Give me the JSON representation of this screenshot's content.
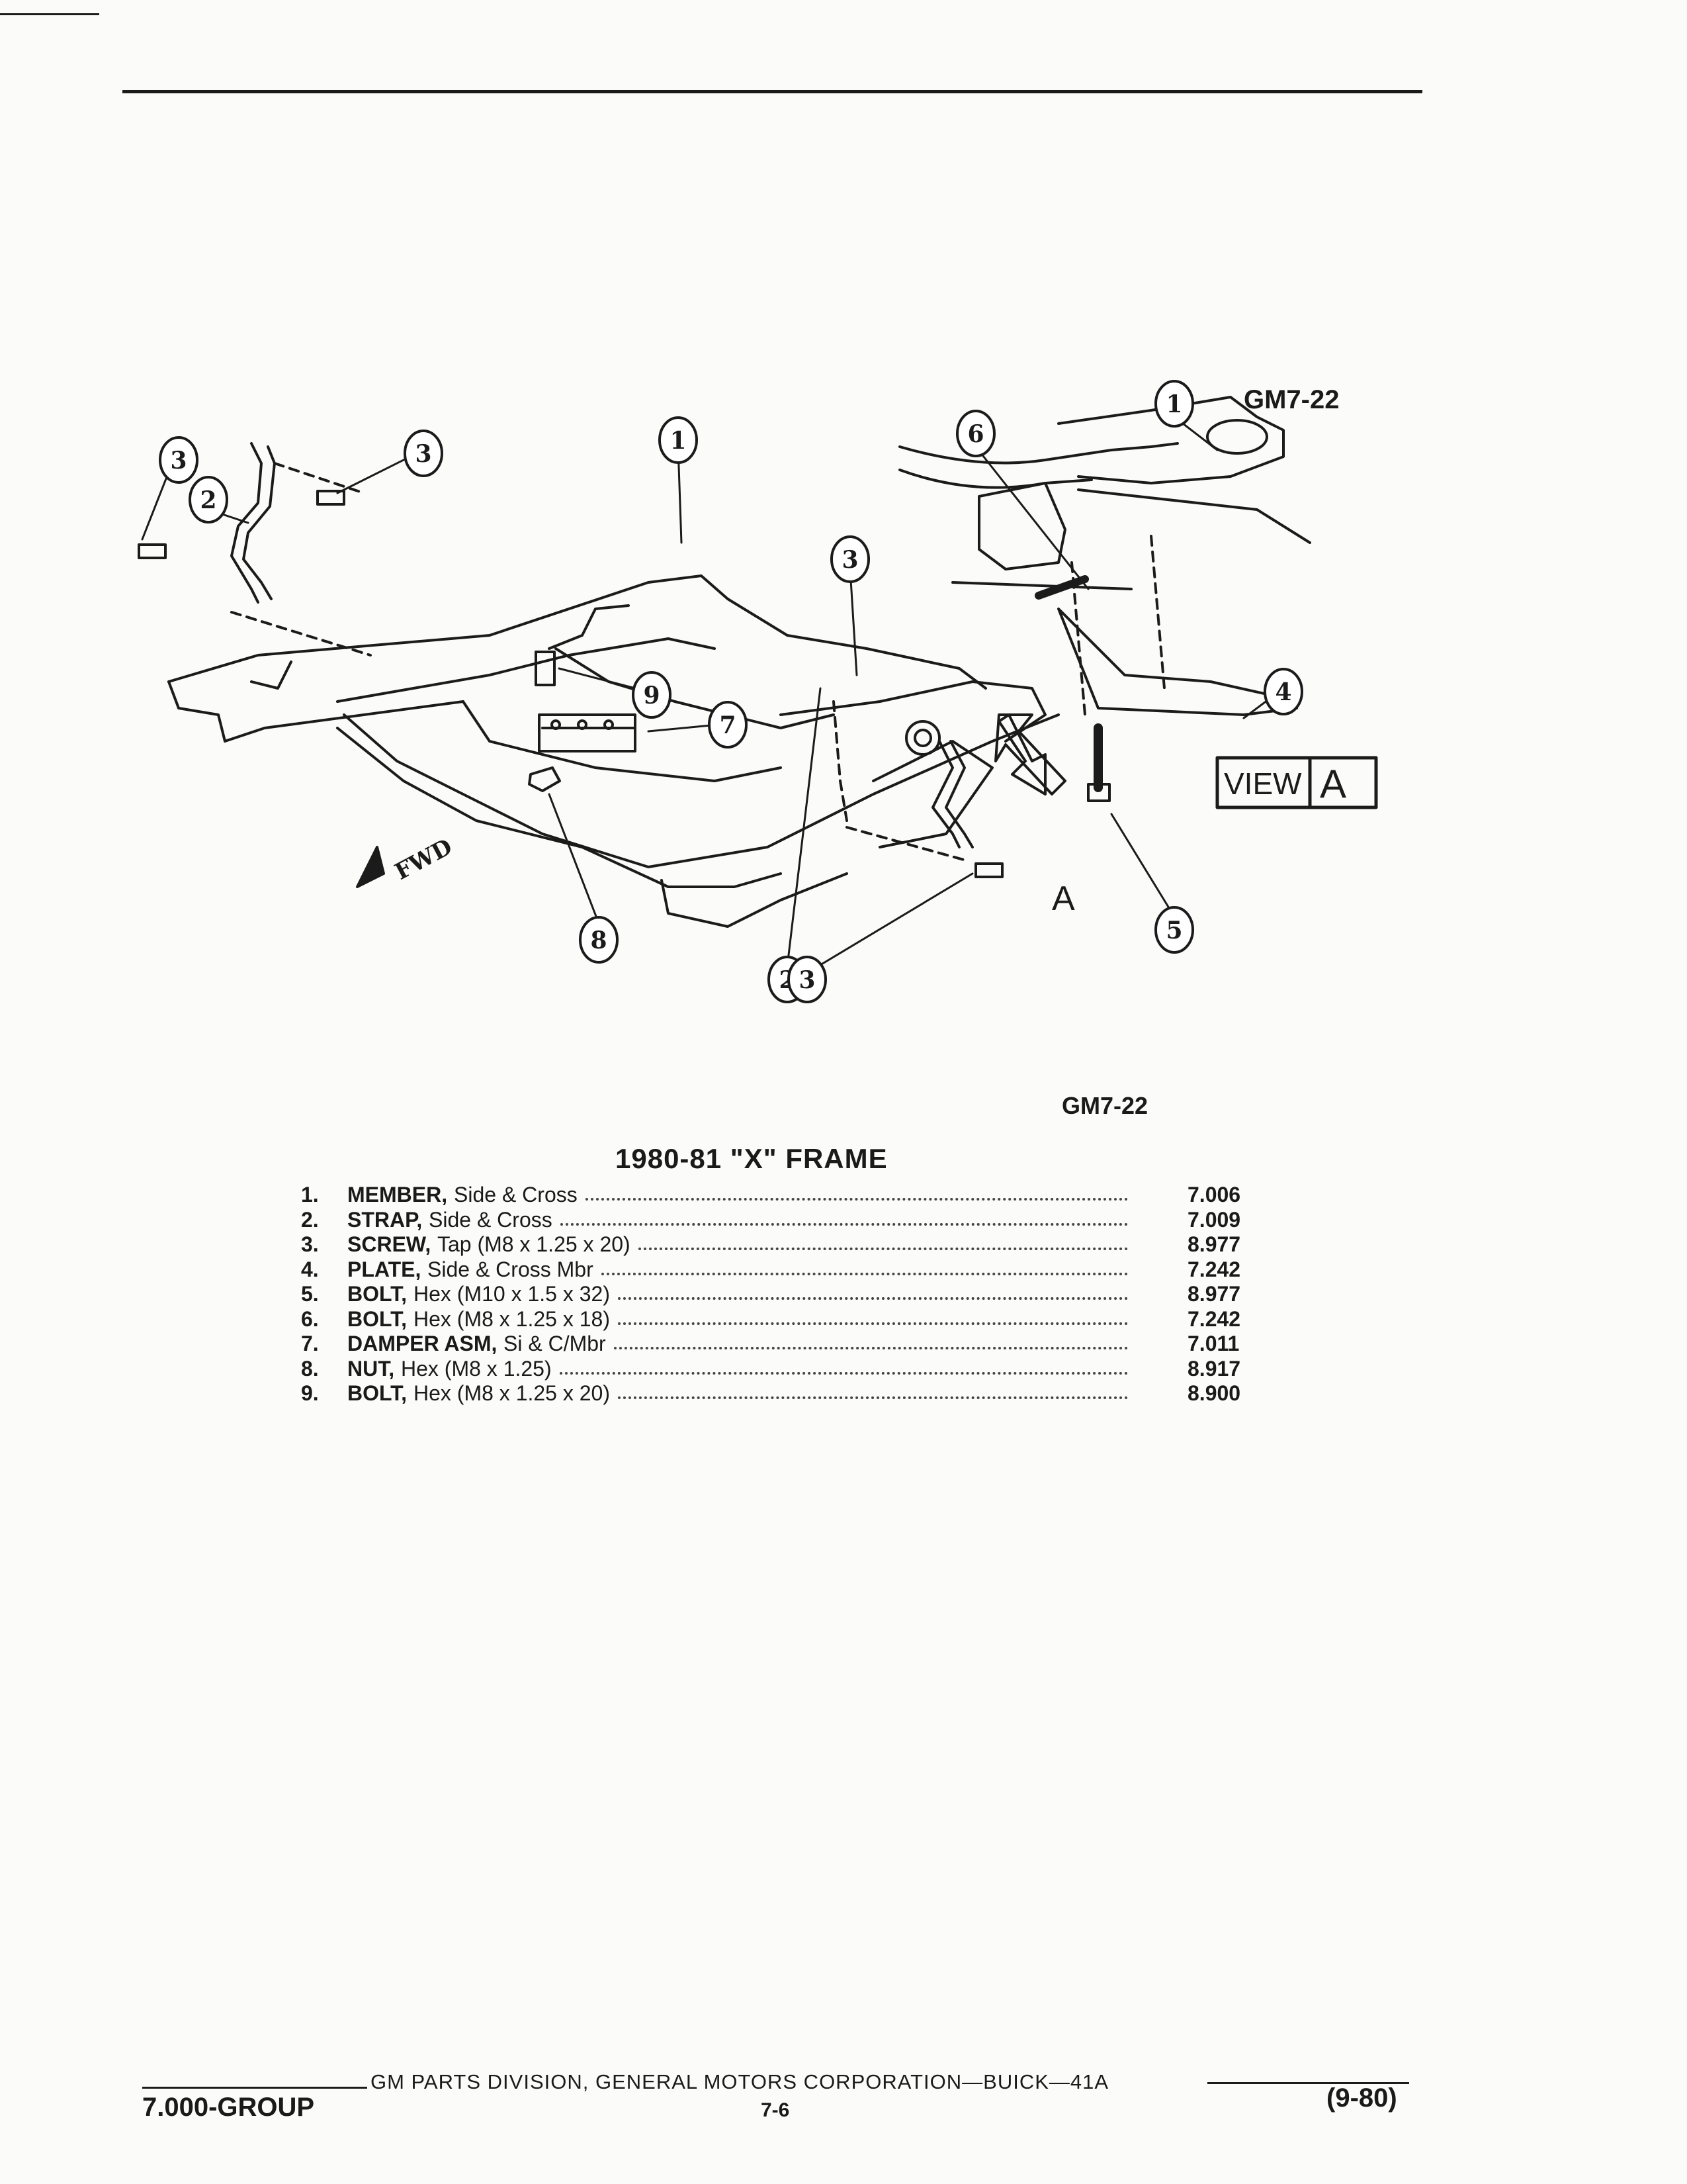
{
  "figure": {
    "code_top": "GM7-22",
    "code_caption": "GM7-22",
    "fwd_label": "FWD",
    "view_letter": "A",
    "view_box_word": "VIEW",
    "view_box_letter": "A",
    "callouts": [
      "1",
      "2",
      "3",
      "3",
      "3",
      "1",
      "2",
      "9",
      "7",
      "8",
      "3",
      "6",
      "4",
      "5"
    ]
  },
  "title": "1980-81 \"X\" FRAME",
  "parts": [
    {
      "num": "1.",
      "name": "MEMBER,",
      "desc": "Side & Cross",
      "group": "7.006"
    },
    {
      "num": "2.",
      "name": "STRAP,",
      "desc": "Side & Cross",
      "group": "7.009"
    },
    {
      "num": "3.",
      "name": "SCREW,",
      "desc": "Tap (M8 x 1.25 x 20)",
      "group": "8.977"
    },
    {
      "num": "4.",
      "name": "PLATE,",
      "desc": "Side & Cross Mbr",
      "group": "7.242"
    },
    {
      "num": "5.",
      "name": "BOLT,",
      "desc": "Hex (M10 x 1.5 x 32)",
      "group": "8.977"
    },
    {
      "num": "6.",
      "name": "BOLT,",
      "desc": "Hex (M8 x 1.25 x 18)",
      "group": "7.242"
    },
    {
      "num": "7.",
      "name": "DAMPER ASM,",
      "desc": "Si & C/Mbr",
      "group": "7.011"
    },
    {
      "num": "8.",
      "name": "NUT,",
      "desc": "Hex (M8 x 1.25)",
      "group": "8.917"
    },
    {
      "num": "9.",
      "name": "BOLT,",
      "desc": "Hex (M8 x 1.25 x 20)",
      "group": "8.900"
    }
  ],
  "footer": {
    "publisher": "GM PARTS DIVISION, GENERAL MOTORS CORPORATION—BUICK—41A",
    "group": "7.000-GROUP",
    "page": "7-6",
    "date": "(9-80)"
  }
}
